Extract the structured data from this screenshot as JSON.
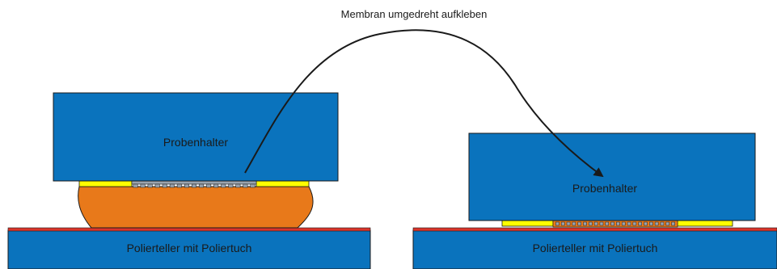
{
  "caption": "Membran umgedreht aufkleben",
  "left": {
    "holder_label": "Probenhalter",
    "plate_label": "Polierteller mit Poliertuch"
  },
  "right": {
    "holder_label": "Probenhalter",
    "plate_label": "Polierteller mit Poliertuch"
  },
  "colors": {
    "holder_blue": "#0a73bd",
    "outline": "#1a1a1a",
    "glue_yellow": "#ffff00",
    "wax_orange": "#e8791a",
    "polishing_cloth_red": "#d9342b",
    "membrane_grey": "#9aa3ad"
  },
  "icons": {
    "arrow": "curved-arrow-icon"
  }
}
